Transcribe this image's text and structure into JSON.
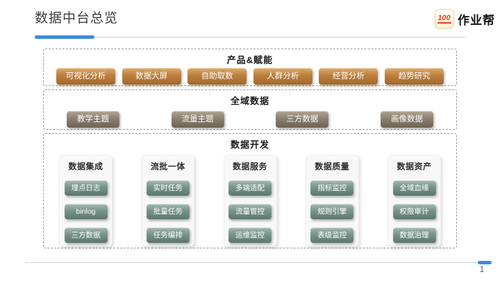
{
  "page": {
    "title": "数据中台总览",
    "page_number": "1"
  },
  "colors": {
    "accent_blue": "#3d8ae0",
    "chip_orange": "#bc7f3e",
    "chip_taupe": "#8c8070",
    "chip_teal": "#7a968c"
  },
  "logo": {
    "badge": "100",
    "name": "作业帮"
  },
  "sections": [
    {
      "title": "产品&赋能",
      "items": [
        "可视化分析",
        "数据大屏",
        "自助取数",
        "人群分析",
        "经营分析",
        "趋势研究"
      ]
    },
    {
      "title": "全域数据",
      "items": [
        "教学主题",
        "流量主题",
        "三方数据",
        "画像数据"
      ]
    },
    {
      "title": "数据开发",
      "columns": [
        {
          "title": "数据集成",
          "items": [
            "埋点日志",
            "binlog",
            "三方数据"
          ]
        },
        {
          "title": "流批一体",
          "items": [
            "实时任务",
            "批量任务",
            "任务编排"
          ]
        },
        {
          "title": "数据服务",
          "items": [
            "多端适配",
            "流量管控",
            "运维监控"
          ]
        },
        {
          "title": "数据质量",
          "items": [
            "指标监控",
            "规则引擎",
            "表级监控"
          ]
        },
        {
          "title": "数据资产",
          "items": [
            "全域血缘",
            "权限审计",
            "数据治理"
          ]
        }
      ]
    }
  ]
}
